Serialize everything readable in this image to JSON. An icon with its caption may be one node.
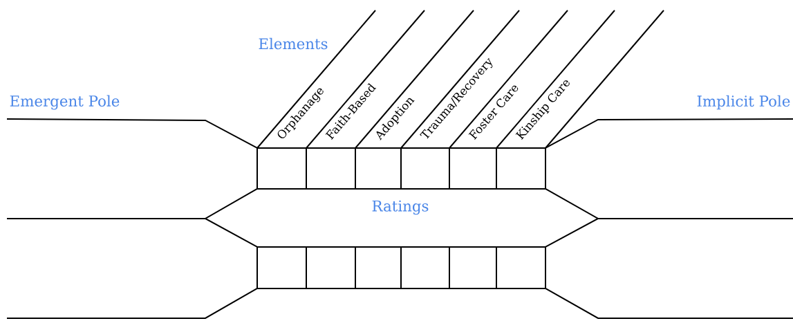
{
  "diagram": {
    "labels": [
      "Elements",
      "Orphanage",
      "Faith-Based",
      "Adoption",
      "Trauma/Recovery",
      "Foster Care",
      "Kinship Care",
      "Emergent Pole",
      "Implicit Pole",
      "Ratings"
    ]
  }
}
